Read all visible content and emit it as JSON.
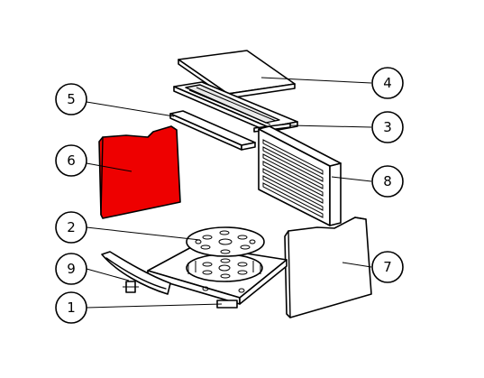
{
  "diagram": {
    "highlight_color": "#ee0000",
    "callouts": [
      {
        "id": "c1",
        "label": "1"
      },
      {
        "id": "c2",
        "label": "2"
      },
      {
        "id": "c3",
        "label": "3"
      },
      {
        "id": "c4",
        "label": "4"
      },
      {
        "id": "c5",
        "label": "5"
      },
      {
        "id": "c6",
        "label": "6"
      },
      {
        "id": "c7",
        "label": "7"
      },
      {
        "id": "c8",
        "label": "8"
      },
      {
        "id": "c9",
        "label": "9"
      }
    ]
  }
}
